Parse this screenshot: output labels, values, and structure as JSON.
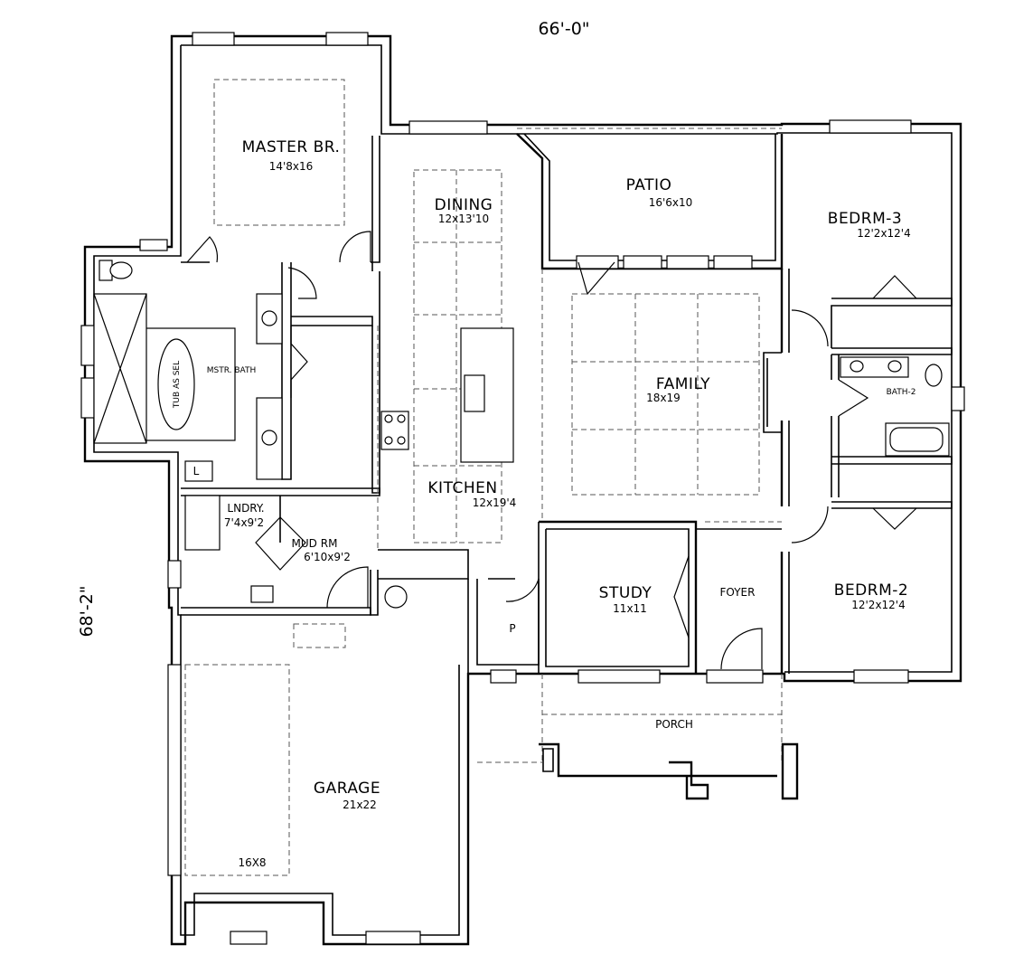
{
  "dimensions": {
    "width": "66'-0\"",
    "depth": "68'-2\""
  },
  "rooms": {
    "master_br": {
      "name": "MASTER BR.",
      "size": "14'8x16"
    },
    "dining": {
      "name": "DINING",
      "size": "12x13'10"
    },
    "patio": {
      "name": "PATIO",
      "size": "16'6x10"
    },
    "bedrm3": {
      "name": "BEDRM-3",
      "size": "12'2x12'4"
    },
    "mstr_bath": {
      "name": "MSTR. BATH"
    },
    "tub": {
      "name": "TUB AS SEL"
    },
    "family": {
      "name": "FAMILY",
      "size": "18x19"
    },
    "bath2": {
      "name": "BATH-2"
    },
    "kitchen": {
      "name": "KITCHEN",
      "size": "12x19'4"
    },
    "lndry": {
      "name": "LNDRY.",
      "size": "7'4x9'2"
    },
    "mud_rm": {
      "name": "MUD RM",
      "size": "6'10x9'2"
    },
    "study": {
      "name": "STUDY",
      "size": "11x11"
    },
    "foyer": {
      "name": "FOYER"
    },
    "bedrm2": {
      "name": "BEDRM-2",
      "size": "12'2x12'4"
    },
    "porch": {
      "name": "PORCH"
    },
    "garage": {
      "name": "GARAGE",
      "size": "21x22"
    },
    "garage_door": {
      "size": "16X8"
    },
    "pantry": {
      "name": "P"
    },
    "linen": {
      "name": "L"
    }
  }
}
